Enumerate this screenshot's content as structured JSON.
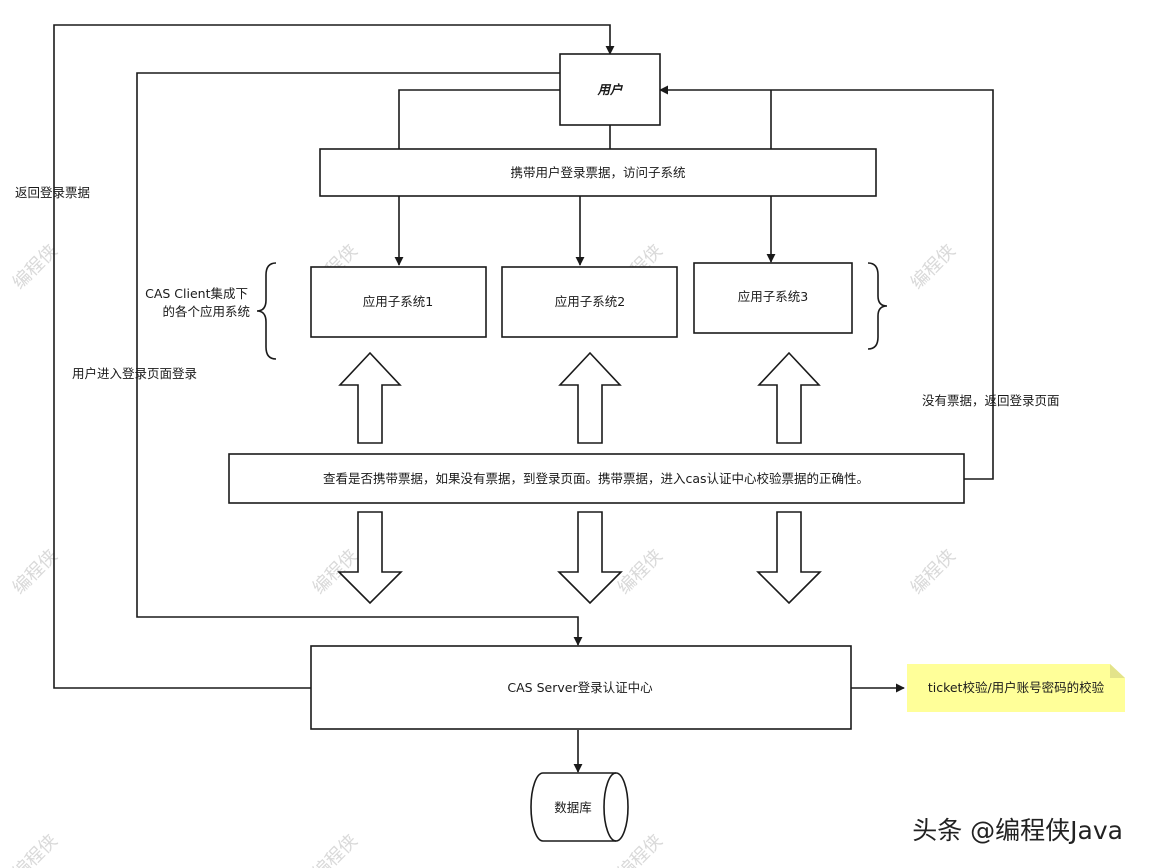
{
  "nodes": {
    "user": "用户",
    "gateway": "携带用户登录票据，访问子系统",
    "app1": "应用子系统1",
    "app2": "应用子系统2",
    "app3": "应用子系统3",
    "checker": "查看是否携带票据，如果没有票据，到登录页面。携带票据，进入cas认证中心校验票据的正确性。",
    "cas_server": "CAS Server登录认证中心",
    "database": "数据库",
    "note": "ticket校验/用户账号密码的校验"
  },
  "labels": {
    "return_ticket": "返回登录票据",
    "user_login": "用户进入登录页面登录",
    "cas_client_line1": "CAS Client集成下",
    "cas_client_line2": "的各个应用系统",
    "no_ticket": "没有票据，返回登录页面"
  },
  "watermark": {
    "text": "编程侠",
    "footer": "头条 @编程侠Java"
  }
}
